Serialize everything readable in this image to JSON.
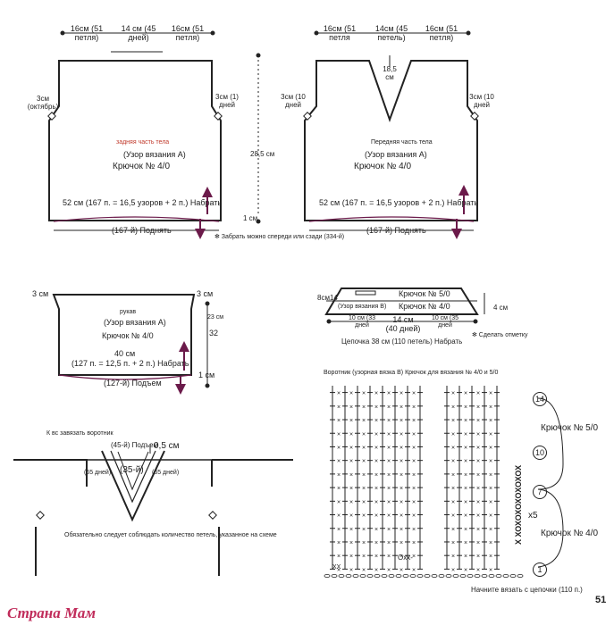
{
  "back": {
    "top_left": [
      "16см (51",
      "петля)"
    ],
    "top_mid": [
      "14 см (45",
      "дней)"
    ],
    "top_right": [
      "16см (51",
      "петля)"
    ],
    "side_left": [
      "3см",
      "(октябрь)"
    ],
    "side_right": [
      "3см (1)",
      "дней"
    ],
    "title": "задняя часть тела",
    "pattern": "(Узор вязания А)",
    "hook": "Крючок № 4/0",
    "height_mid": "28,5 см",
    "height_small": "1 см",
    "bottom_measure": "52 см (167 п. = 16,5 узоров + 2 п.) Набрать",
    "bottom_rise": "(167-й) Поднять",
    "note": "✻ Забрать можно спереди или сзади (334-й)"
  },
  "front": {
    "top_left": [
      "16см (51",
      "петля"
    ],
    "top_mid": [
      "14см (45",
      "петель)"
    ],
    "top_right": [
      "16см (51",
      "петля)"
    ],
    "neck": [
      "18,5",
      "см"
    ],
    "side_left": [
      "3см (10",
      "дней"
    ],
    "side_right": [
      "3см (10",
      "дней"
    ],
    "title": "Передняя часть тела",
    "pattern": "(Узор вязания А)",
    "hook": "Крючок № 4/0",
    "bottom_measure": "52 см (167 п. = 16,5 узоров + 2 п.) Набрать",
    "bottom_rise": "(167-й) Поднять"
  },
  "sleeve": {
    "side_left": "3 см",
    "side_right": "3 см",
    "title": "рукав",
    "pattern": "(Узор вязания А)",
    "hook": "Крючок № 4/0",
    "height_a": "23 см",
    "height_b": "32",
    "height_c": "1 см",
    "width": "40 см",
    "width_detail": "(127 п. = 12,5 п. + 2 п.) Набрать",
    "rise": "(127-й) Подъем"
  },
  "cuff": {
    "hook5": "Крючок № 5/0",
    "pattern": "(Узор вязания B)",
    "hook4": "Крючок № 4/0",
    "height_left": "8см14",
    "height_right": "4 см",
    "width_left": [
      "10 см (33",
      "дней"
    ],
    "width_mid": [
      "14 см",
      "(40 дней)"
    ],
    "width_right": [
      "10 см (35",
      "дней"
    ],
    "chain": "Цепочка 38 см (110 петель) Набрать",
    "note": "✻ Сделать отметку"
  },
  "collar": {
    "title": "К вс завязать воротник",
    "rise": "(45-й) Подъем",
    "depth": "0,5 см",
    "center": "(35-й)",
    "left_count": "(65 дней)",
    "right_count": "(65 дней)",
    "footnote": "Обязательно следует соблюдать количество петель, указанное на схеме"
  },
  "chart": {
    "title": "Воротник (узорная вязка B) Крючок для вязания № 4/0 и 5/0",
    "row14": "14",
    "row10": "10",
    "row7": "7",
    "row1": "1",
    "hook5": "Крючок № 5/0",
    "hook4": "Крючок № 4/0",
    "repeat": "x5",
    "vertical": "X ХОХОХОХОХОХОХ",
    "bottom_xx": "XX",
    "bottom_oxx": "Oxx-",
    "start": "Начните вязать с цепочки (110 п.)"
  },
  "logo": "Страна Мам",
  "page_number": "51"
}
